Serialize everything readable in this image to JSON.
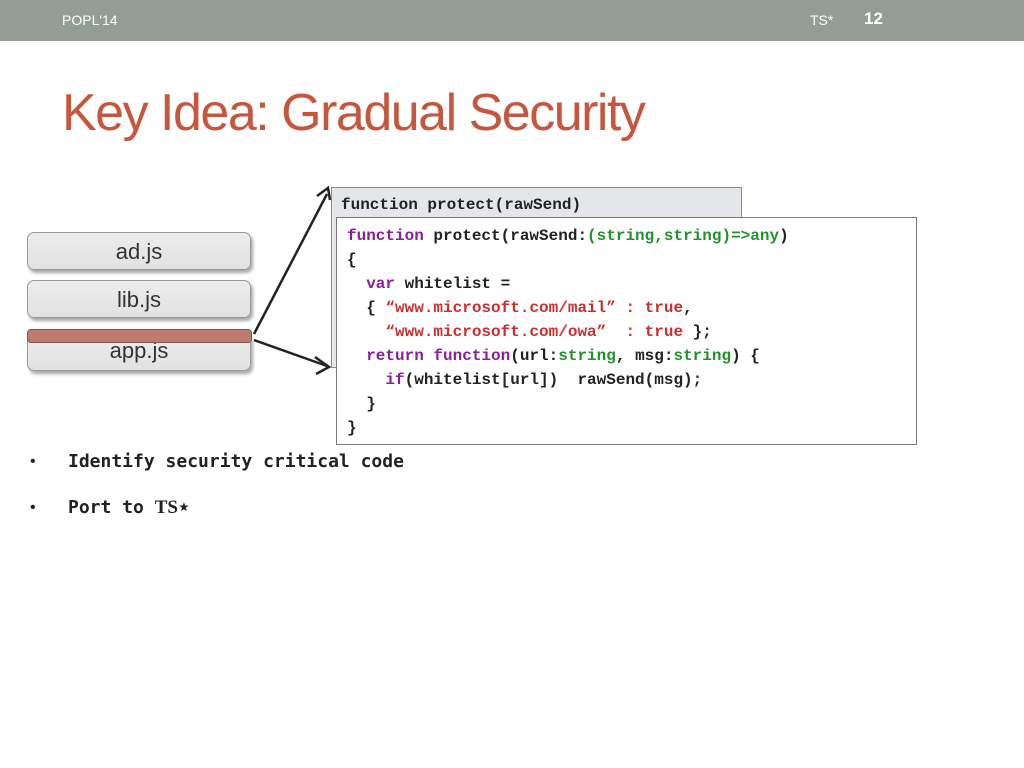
{
  "header": {
    "conference": "POPL'14",
    "short_title": "TS*",
    "slide_number": "12"
  },
  "slide": {
    "title": "Key Idea: Gradual Security"
  },
  "files": {
    "ad": "ad.js",
    "lib": "lib.js",
    "app": "app.js"
  },
  "code_back": {
    "line1": "function protect(rawSend)"
  },
  "code_front": {
    "l1_kw": "function",
    "l1_a": " protect(rawSend:",
    "l1_type": "(string,string)=>any",
    "l1_b": ")",
    "l2": "{",
    "l3_pad": "  ",
    "l3_kw": "var",
    "l3_a": " whitelist =",
    "l4_pad": "  { ",
    "l4_str1": "“www.microsoft.com/mail” : true",
    "l4_b": ",",
    "l5_pad": "    ",
    "l5_str2": "“www.microsoft.com/owa”  : true",
    "l5_b": " };",
    "l6_pad": "  ",
    "l6_kw1": "return",
    "l6_sp": " ",
    "l6_kw2": "function",
    "l6_a": "(url:",
    "l6_type1": "string",
    "l6_b": ", msg:",
    "l6_type2": "string",
    "l6_c": ") {",
    "l7_pad": "    ",
    "l7_kw": "if",
    "l7_a": "(whitelist[url])  rawSend(msg);",
    "l8": "  }",
    "l9": "}"
  },
  "bullets": {
    "item1": "Identify security critical code",
    "item2_prefix": "Port to ",
    "item2_mark": "TS⋆",
    "bullet_glyph": "•"
  },
  "colors": {
    "header_bar": "#929d95",
    "title": "#c6563e",
    "keyword": "#8a1f9a",
    "type": "#22922a",
    "string": "#cc2f2f",
    "highlight": "#c07b70"
  }
}
